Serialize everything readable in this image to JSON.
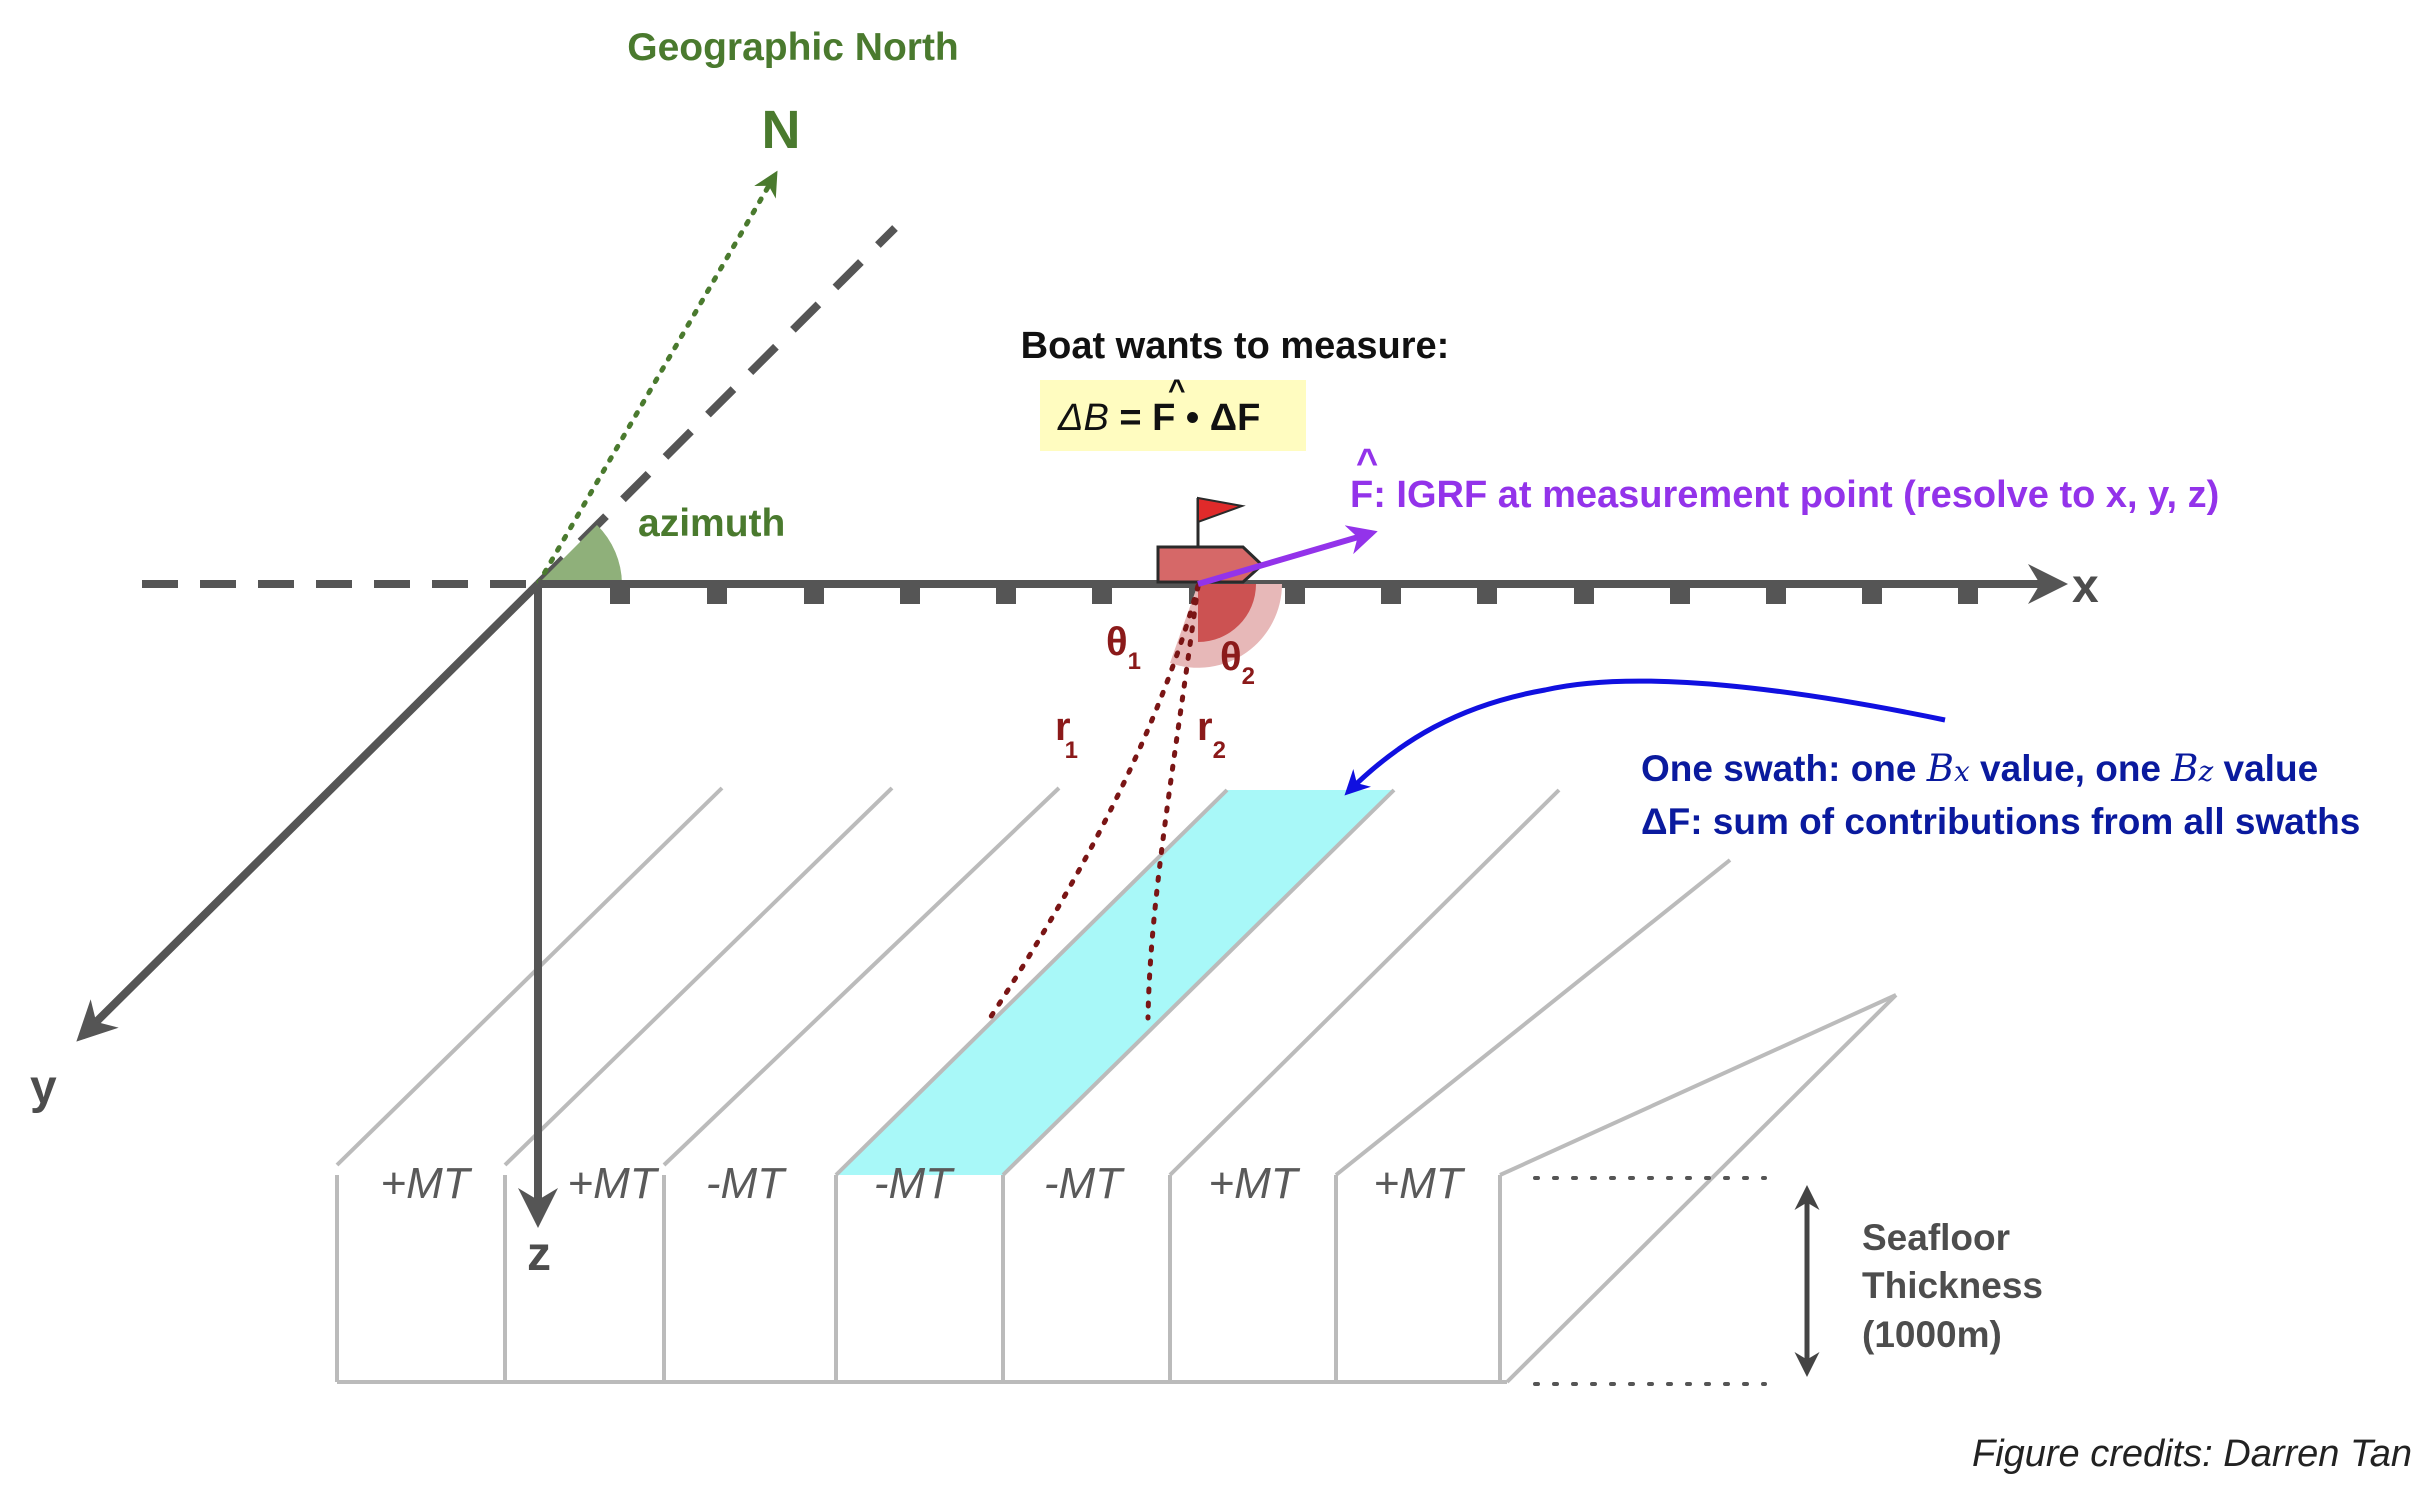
{
  "north_title": "Geographic North",
  "north_letter": "N",
  "azimuth_label": "azimuth",
  "axes": {
    "x": "x",
    "y": "y",
    "z": "z"
  },
  "boat": {
    "heading": "Boat wants to measure:",
    "equation": {
      "lhs": "ΔB",
      "eq": " = ",
      "fhat": "F",
      "hat": "^",
      "dot": " • ",
      "rhs": "ΔF"
    }
  },
  "fhat_label": {
    "hat": "^",
    "f": "F",
    "rest": ": IGRF at measurement point (resolve to x, y, z)"
  },
  "angles": {
    "theta": "θ",
    "sub1": "1",
    "sub2": "2"
  },
  "distances": {
    "r": "r",
    "sub1": "1",
    "sub2": "2"
  },
  "swath_note": {
    "line1": {
      "a": "One swath: one ",
      "bx": "B",
      "bxsub": "x",
      "b": " value, one ",
      "bz": "B",
      "bzsub": "z",
      "c": " value"
    },
    "line2": "ΔF: sum of contributions from all swaths"
  },
  "mt_labels": [
    "+MT",
    "+MT",
    "-MT",
    "-MT",
    "-MT",
    "+MT",
    "+MT"
  ],
  "thickness": {
    "line1": "Seafloor",
    "line2": "Thickness",
    "line3": "(1000m)"
  },
  "credit": "Figure credits: Darren Tan",
  "colors": {
    "axis": "#555555",
    "north": "#4a7a2e",
    "azimuth_wedge": "#8fb07a",
    "highlight_swath": "#a8f8f8",
    "box_lines": "#bbbbbb",
    "purple_arrow": "#9333ea",
    "blue_arrow": "#1010e0",
    "boat": "#d66868",
    "maroon": "#8b1a1a",
    "equation_bg": "#fffcc0"
  }
}
